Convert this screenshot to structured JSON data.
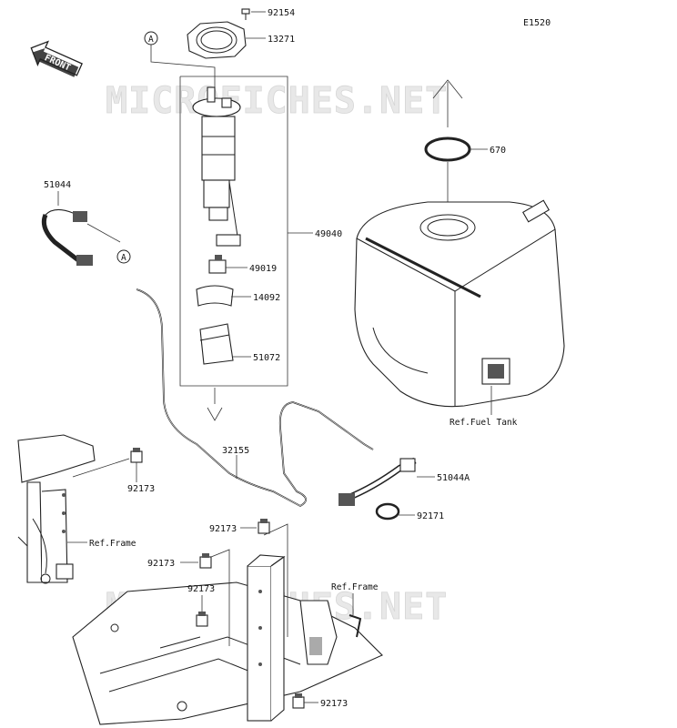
{
  "diagram": {
    "code": "E1520",
    "front_label": "FRONT",
    "watermark": "MICROFICHES.NET",
    "callout_letter": "A",
    "parts": [
      {
        "id": "92154"
      },
      {
        "id": "13271"
      },
      {
        "id": "670"
      },
      {
        "id": "51044"
      },
      {
        "id": "49040"
      },
      {
        "id": "49019"
      },
      {
        "id": "14092"
      },
      {
        "id": "51072"
      },
      {
        "id": "32155"
      },
      {
        "id": "51044A"
      },
      {
        "id": "92171"
      },
      {
        "id": "92173"
      }
    ],
    "refs": {
      "fuel_tank": "Ref.Fuel Tank",
      "frame_left": "Ref.Frame",
      "frame_right": "Ref.Frame"
    }
  }
}
